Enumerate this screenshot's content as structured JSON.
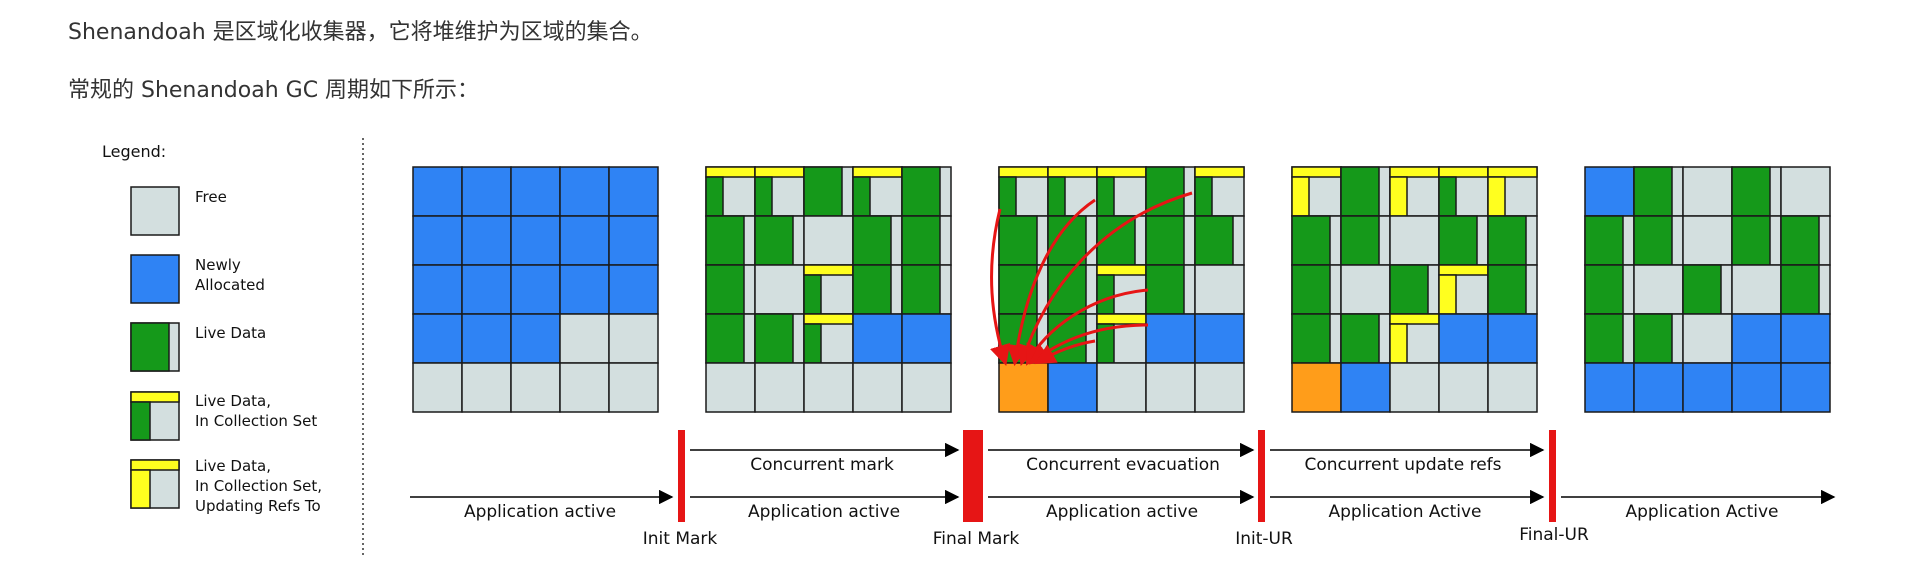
{
  "text": {
    "paragraph1": "Shenandoah 是区域化收集器，它将堆维护为区域的集合。",
    "paragraph2": "常规的 Shenandoah GC 周期如下所示："
  },
  "legend": {
    "title": "Legend:",
    "items": [
      {
        "line1": "Free",
        "line2": "",
        "line3": ""
      },
      {
        "line1": "Newly",
        "line2": "Allocated",
        "line3": ""
      },
      {
        "line1": "Live Data",
        "line2": "",
        "line3": ""
      },
      {
        "line1": "Live Data,",
        "line2": "In Collection Set",
        "line3": ""
      },
      {
        "line1": "Live Data,",
        "line2": "In Collection Set,",
        "line3": "Updating Refs To"
      }
    ]
  },
  "colors": {
    "free": "#d3dfdf",
    "blue": "#2f83f4",
    "green": "#15991a",
    "yellow": "#ffff1f",
    "orange": "#ff9d1a",
    "red": "#e61515",
    "grid": "#1a1a1a"
  },
  "phases": {
    "pauses": [
      "Init Mark",
      "Final Mark",
      "Init-UR",
      "Final-UR"
    ],
    "concurrent": [
      "Concurrent mark",
      "Concurrent evacuation",
      "Concurrent update refs"
    ],
    "application": [
      "Application active",
      "Application active",
      "Application active",
      "Application Active",
      "Application Active"
    ]
  }
}
